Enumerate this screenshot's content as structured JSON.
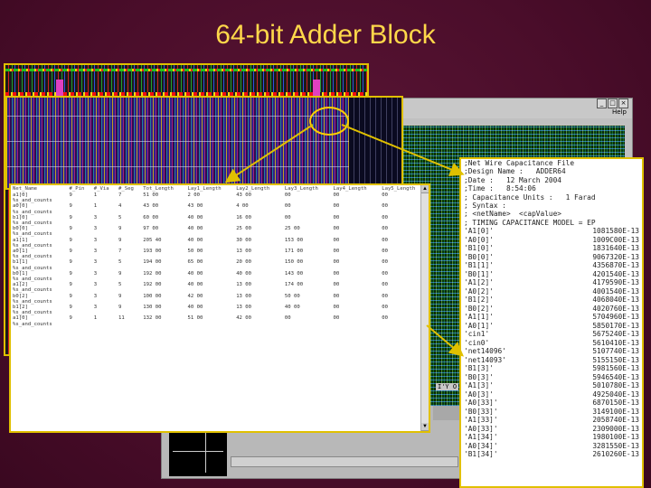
{
  "slide": {
    "title": "64-bit Adder Block",
    "colors": {
      "background": "#4a0d2a",
      "title": "#ffd84a",
      "frame": "#e0c000"
    }
  },
  "back_window": {
    "controls": [
      "_",
      "□",
      "×"
    ],
    "help_menu": "Help",
    "readout": "I'Y O"
  },
  "table_report": {
    "columns": [
      "Net_Name",
      "#_Pin",
      "#_Via",
      "#_Seg",
      "Tot_Length",
      "Lay1_Length",
      "Lay2_Length",
      "Lay3_Length",
      "Lay4_Length",
      "Lay5_Length"
    ],
    "rows": [
      {
        "name": "a1[0]",
        "sub": "%s_and_counts",
        "pin": "9",
        "via": "1",
        "seg": "7",
        "tot": "51 00",
        "l1": "2 00",
        "l2": "43 00",
        "l3": "00",
        "l4": "00",
        "l5": "00"
      },
      {
        "name": "a0[0]",
        "sub": "%s_and_counts",
        "pin": "9",
        "via": "1",
        "seg": "4",
        "tot": "43 00",
        "l1": "43 00",
        "l2": "4 00",
        "l3": "00",
        "l4": "00",
        "l5": "00"
      },
      {
        "name": "b1[0]",
        "sub": "%s_and_counts",
        "pin": "9",
        "via": "3",
        "seg": "5",
        "tot": "60 00",
        "l1": "40 00",
        "l2": "16 00",
        "l3": "00",
        "l4": "00",
        "l5": "00"
      },
      {
        "name": "b0[0]",
        "sub": "%s_and_counts",
        "pin": "9",
        "via": "3",
        "seg": "9",
        "tot": "97 00",
        "l1": "40 00",
        "l2": "25 00",
        "l3": "25 00",
        "l4": "00",
        "l5": "00"
      },
      {
        "name": "a1[1]",
        "sub": "%s_and_counts",
        "pin": "9",
        "via": "3",
        "seg": "9",
        "tot": "205 40",
        "l1": "40 00",
        "l2": "30 00",
        "l3": "153 00",
        "l4": "00",
        "l5": "00"
      },
      {
        "name": "a0[1]",
        "sub": "%s_and_counts",
        "pin": "9",
        "via": "3",
        "seg": "7",
        "tot": "193 00",
        "l1": "50 00",
        "l2": "13 00",
        "l3": "171 00",
        "l4": "00",
        "l5": "00"
      },
      {
        "name": "b1[1]",
        "sub": "%s_and_counts",
        "pin": "9",
        "via": "3",
        "seg": "5",
        "tot": "194 00",
        "l1": "65 00",
        "l2": "20 00",
        "l3": "150 00",
        "l4": "00",
        "l5": "00"
      },
      {
        "name": "b0[1]",
        "sub": "%s_and_counts",
        "pin": "9",
        "via": "3",
        "seg": "9",
        "tot": "192 00",
        "l1": "40 00",
        "l2": "40 00",
        "l3": "143 00",
        "l4": "00",
        "l5": "00"
      },
      {
        "name": "a1[2]",
        "sub": "%s_and_counts",
        "pin": "9",
        "via": "3",
        "seg": "5",
        "tot": "192 00",
        "l1": "40 00",
        "l2": "13 00",
        "l3": "174 00",
        "l4": "00",
        "l5": "00"
      },
      {
        "name": "b0[2]",
        "sub": "%s_and_counts",
        "pin": "9",
        "via": "3",
        "seg": "9",
        "tot": "100 00",
        "l1": "42 00",
        "l2": "13 00",
        "l3": "50 00",
        "l4": "00",
        "l5": "00"
      },
      {
        "name": "b1[2]",
        "sub": "%s_and_counts",
        "pin": "9",
        "via": "3",
        "seg": "9",
        "tot": "130 00",
        "l1": "40 00",
        "l2": "13 00",
        "l3": "40 00",
        "l4": "00",
        "l5": "00"
      },
      {
        "name": "a1[0]",
        "sub": "%s_and_counts",
        "pin": "9",
        "via": "1",
        "seg": "11",
        "tot": "132 00",
        "l1": "51 00",
        "l2": "42 00",
        "l3": "00",
        "l4": "00",
        "l5": "00"
      }
    ]
  },
  "cap_file": {
    "header": [
      ";Net Wire Capacitance File",
      ";Design Name :   ADDER64",
      ";Date :   12 March 2004",
      ";Time :   8:54:06",
      "; Capacitance Units :   1 Farad",
      "; Syntax :",
      "; <netName>  <capValue>",
      "; TIMING CAPACITANCE MODEL = EP"
    ],
    "rows": [
      {
        "net": "'A1[0]'",
        "val": "1081580E-13"
      },
      {
        "net": "'A0[0]'",
        "val": "1009C00E-13"
      },
      {
        "net": "'B1[0]'",
        "val": "1831640E-13"
      },
      {
        "net": "'B0[0]'",
        "val": "9067320E-13"
      },
      {
        "net": "'B1[1]'",
        "val": "4356870E-13"
      },
      {
        "net": "'B0[1]'",
        "val": "4201540E-13"
      },
      {
        "net": "'A1[2]'",
        "val": "4179590E-13"
      },
      {
        "net": "'A0[2]'",
        "val": "4001540E-13"
      },
      {
        "net": "'B1[2]'",
        "val": "4068040E-13"
      },
      {
        "net": "'B0[2]'",
        "val": "4020760E-13"
      },
      {
        "net": "'A1[1]'",
        "val": "5704960E-13"
      },
      {
        "net": "'A0[1]'",
        "val": "5850170E-13"
      },
      {
        "net": "'cin1'",
        "val": "5675240E-13"
      },
      {
        "net": "'cin0'",
        "val": "5610410E-13"
      },
      {
        "net": "'net14096'",
        "val": "5107740E-13"
      },
      {
        "net": "'net14093'",
        "val": "5155150E-13"
      },
      {
        "net": "'B1[3]'",
        "val": "5981560E-13"
      },
      {
        "net": "'B0[3]'",
        "val": "5946540E-13"
      },
      {
        "net": "'A1[3]'",
        "val": "5010780E-13"
      },
      {
        "net": "'A0[3]'",
        "val": "4925040E-13"
      },
      {
        "net": "'A0[33]'",
        "val": "6870150E-13"
      },
      {
        "net": "'B0[33]'",
        "val": "3149100E-13"
      },
      {
        "net": "'A1[33]'",
        "val": "2058740E-13"
      },
      {
        "net": "'A0[33]'",
        "val": "2309000E-13"
      },
      {
        "net": "'A1[34]'",
        "val": "1980100E-13"
      },
      {
        "net": "'A0[34]'",
        "val": "3281550E-13"
      },
      {
        "net": "'B1[34]'",
        "val": "2610260E-13"
      }
    ]
  }
}
